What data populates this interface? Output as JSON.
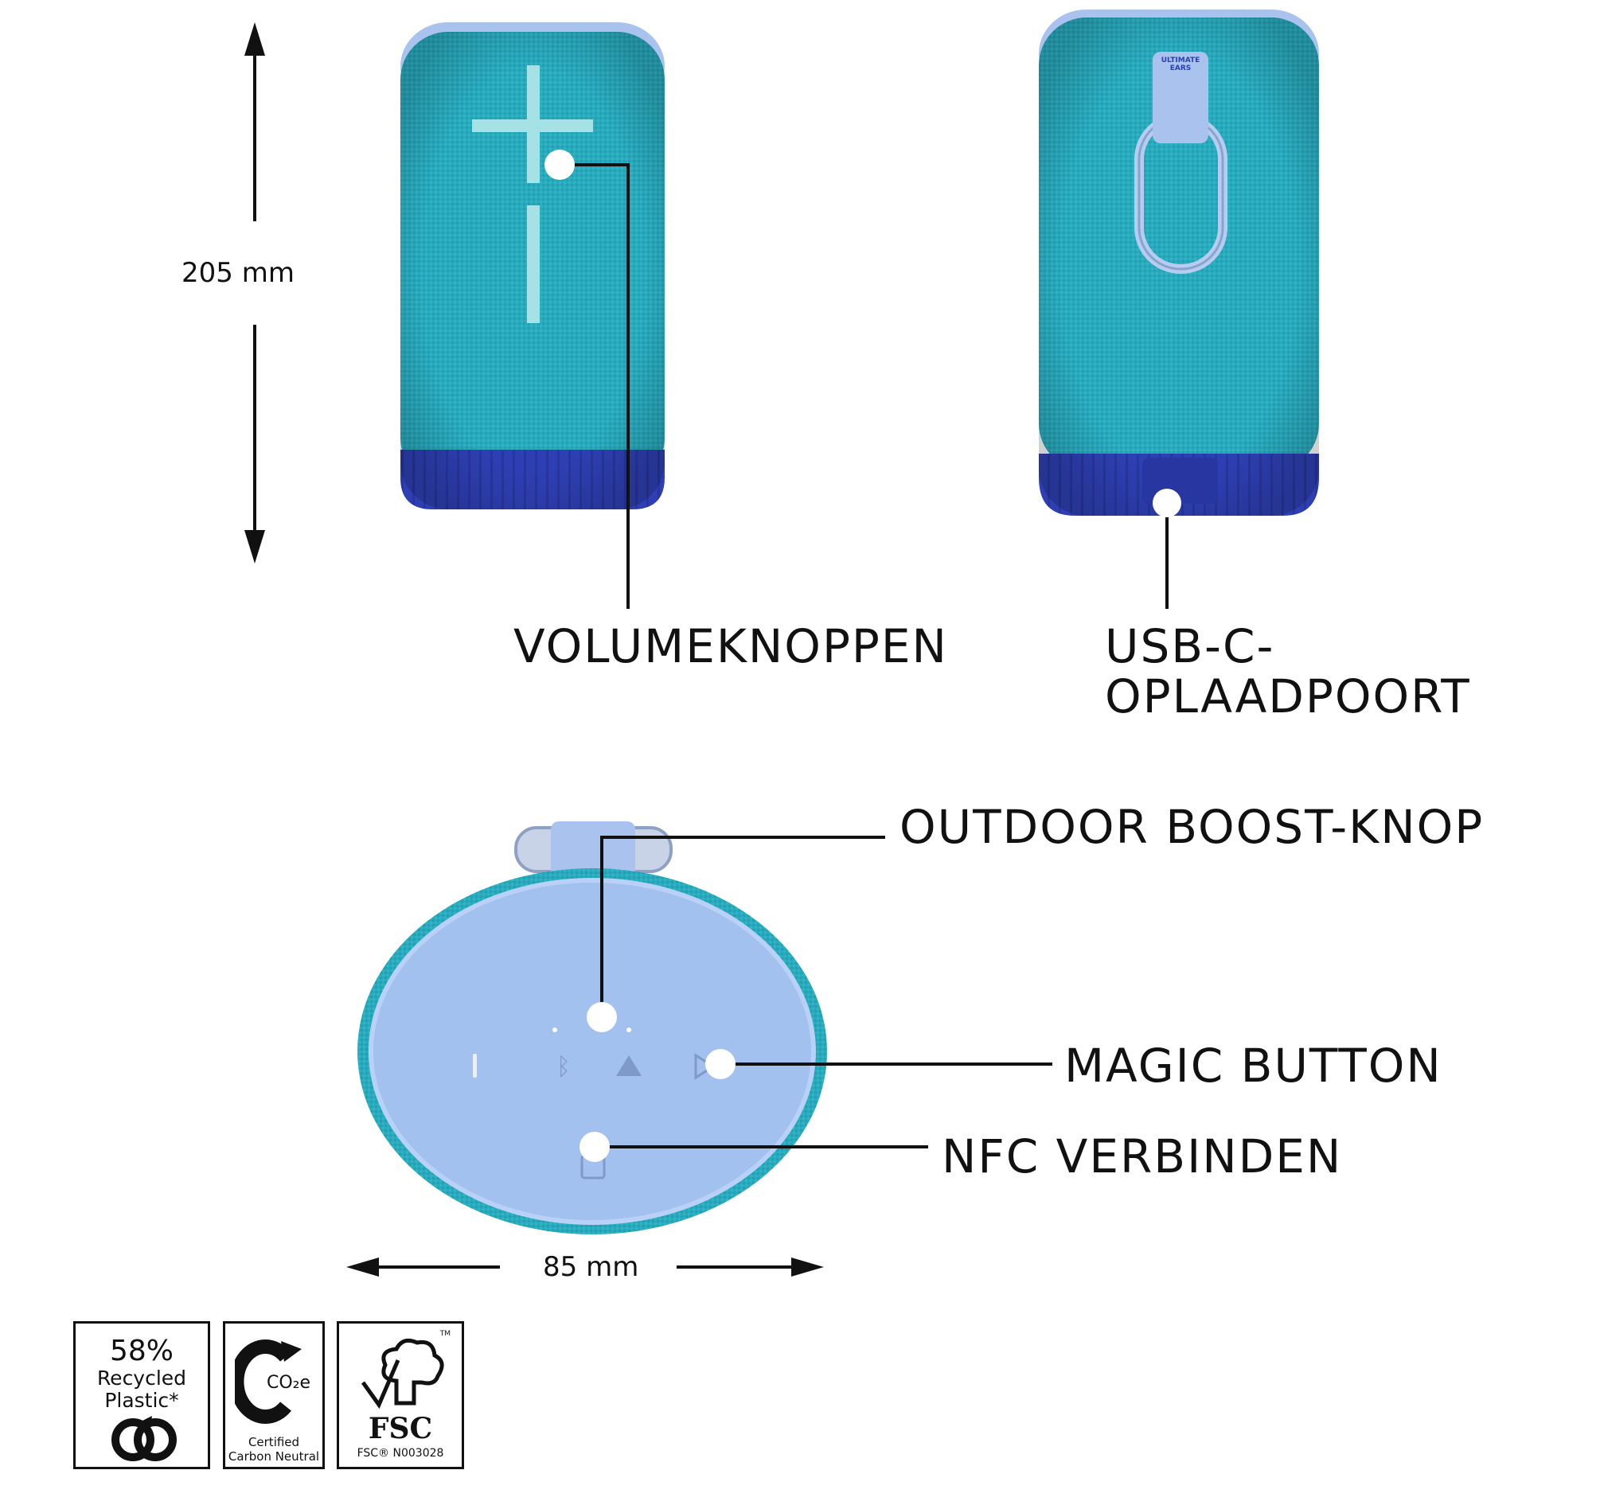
{
  "dimensions": {
    "height": "205 mm",
    "width": "85 mm"
  },
  "labels": {
    "volume": "VOLUMEKNOPPEN",
    "usb_line1": "USB-C-",
    "usb_line2": "OPLAADPOORT",
    "outdoor": "OUTDOOR BOOST-KNOP",
    "magic": "MAGIC BUTTON",
    "nfc": "NFC VERBINDEN"
  },
  "brand_tag": "ULTIMATE EARS",
  "badges": {
    "recycled": {
      "percent": "58%",
      "line1": "Recycled",
      "line2": "Plastic*",
      "icon": "recycle-icon"
    },
    "carbon": {
      "symbol": "C",
      "formula": "CO₂e",
      "line1": "Certified",
      "line2": "Carbon Neutral",
      "icon": "carbon-neutral-icon"
    },
    "fsc": {
      "name": "FSC",
      "code": "FSC® N003028",
      "tm": "TM",
      "icon": "fsc-tree-icon"
    }
  },
  "colors": {
    "fabric": "#2aaabd",
    "fabric_dark": "#1f93a8",
    "base": "#2e3fb3",
    "top_cap": "#a9c2ee",
    "line": "#111111"
  }
}
